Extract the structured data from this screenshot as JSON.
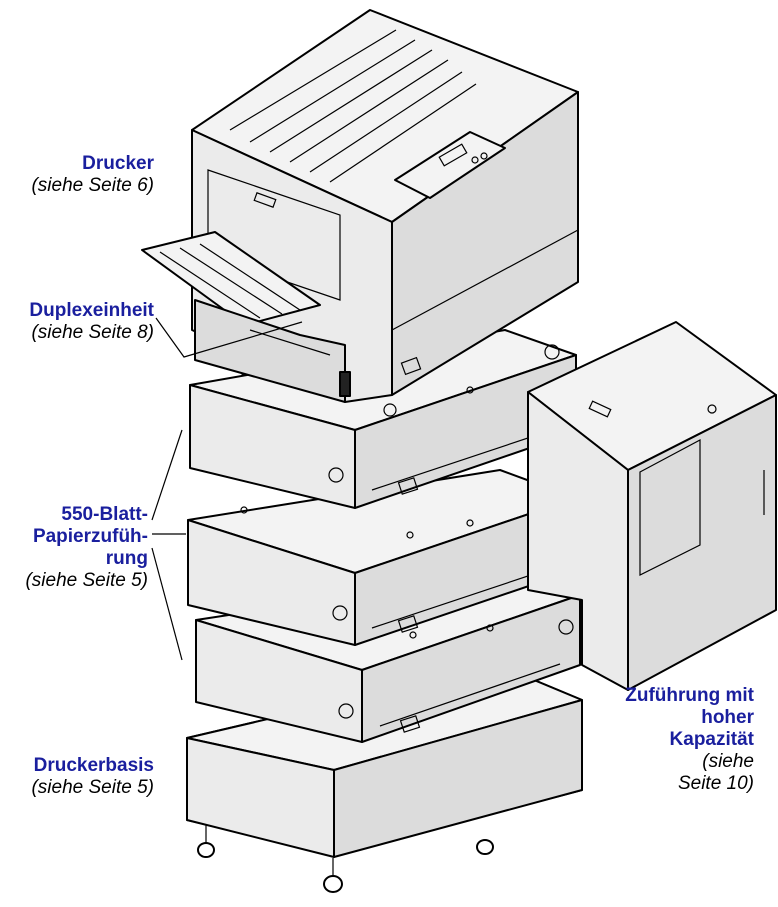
{
  "labels": {
    "drucker": {
      "title": "Drucker",
      "ref": "(siehe Seite 6)"
    },
    "duplex": {
      "title": "Duplexeinheit",
      "ref": "(siehe Seite 8)"
    },
    "zufuehrung550": {
      "title_line1": "550-Blatt-",
      "title_line2": "Papierzufüh-",
      "title_line3": "rung",
      "ref": "(siehe Seite 5)"
    },
    "hochkapazitaet": {
      "title_line1": "Zuführung mit",
      "title_line2": "hoher",
      "title_line3": "Kapazität",
      "ref_line1": "(siehe",
      "ref_line2": "Seite 10)"
    },
    "druckerbasis": {
      "title": "Druckerbasis",
      "ref": "(siehe Seite 5)"
    }
  },
  "colors": {
    "label_title": "#1a1f9e",
    "line": "#000000",
    "body": "#f2f2f2",
    "shade": "#d9d9d9"
  }
}
